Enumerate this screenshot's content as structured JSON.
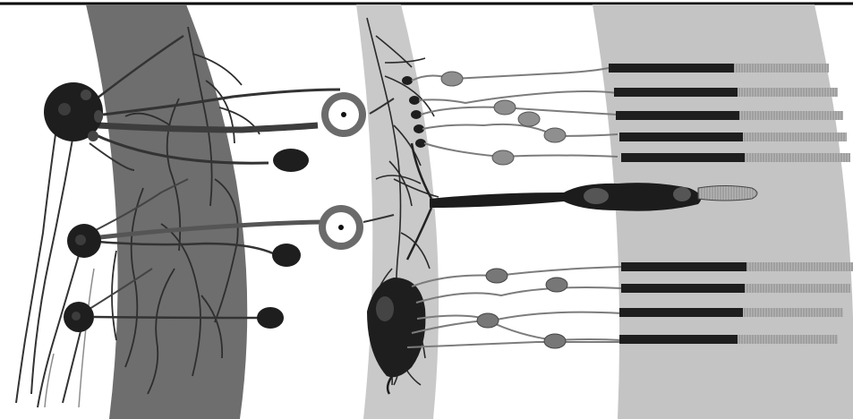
{
  "figure": {
    "kind": "schematic",
    "style": "grayscale illustration",
    "colors": {
      "background": "#ffffff",
      "frame_line": "#000000",
      "band_left": "#6e6e6e",
      "band_middle": "#c9c9c9",
      "band_right": "#c4c4c4",
      "cell_dark": "#1e1e1e",
      "process_dark": "#333333",
      "process_light": "#8c8c8c",
      "nucleus_gray": "#8f8f8f",
      "segment_hatched": "#a8a8a8"
    },
    "icons": {
      "large_cell_body": "dark-circle",
      "small_cell_body": "dark-oval",
      "ring_cell": "white-ring-with-dot",
      "elongated_cell": "dark-spindle",
      "receptor_pair": "dark-bar-and-hatched-bar"
    }
  }
}
